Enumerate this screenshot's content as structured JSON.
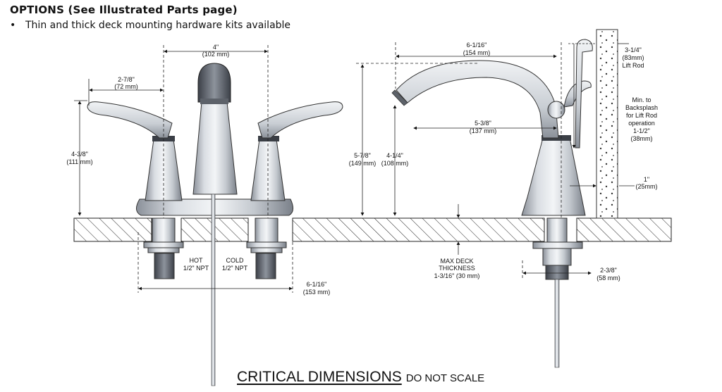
{
  "header": {
    "title": "OPTIONS (See Illustrated Parts page)",
    "bullet": "Thin and thick deck mounting hardware kits available"
  },
  "front_view": {
    "spacing": {
      "imperial": "4\"",
      "metric": "(102 mm)"
    },
    "handle_reach": {
      "imperial": "2-7/8\"",
      "metric": "(72 mm)"
    },
    "height": {
      "imperial": "4-3/8\"",
      "metric": "(111 mm)"
    },
    "base_width": {
      "imperial": "6-1/16\"",
      "metric": "(153 mm)"
    },
    "hot": {
      "label": "HOT",
      "thread": "1/2\" NPT"
    },
    "cold": {
      "label": "COLD",
      "thread": "1/2\" NPT"
    }
  },
  "deck": {
    "label1": "MAX DECK",
    "label2": "THICKNESS",
    "value": "1-3/16\" (30 mm)"
  },
  "side_view": {
    "spout_reach": {
      "imperial": "6-1/16\"",
      "metric": "(154 mm)"
    },
    "spout_reach_inner": {
      "imperial": "5-3/8\"",
      "metric": "(137 mm)"
    },
    "total_height": {
      "imperial": "5-7/8\"",
      "metric": "(149 mm)"
    },
    "spout_height": {
      "imperial": "4-1/4\"",
      "metric": "(108 mm)"
    },
    "lift_rod": {
      "imperial": "3-1/4\"",
      "metric": "(83mm)",
      "label": "Lift Rod"
    },
    "backsplash": {
      "line1": "Min. to",
      "line2": "Backsplash",
      "line3": "for Lift Rod",
      "line4": "operation",
      "imperial": "1-1/2\"",
      "metric": "(38mm)"
    },
    "clearance": {
      "imperial": "1\"",
      "metric": "(25mm)"
    },
    "shank_width": {
      "imperial": "2-3/8\"",
      "metric": "(58 mm)"
    }
  },
  "footer": {
    "main": "CRITICAL DIMENSIONS",
    "note": "DO NOT SCALE"
  },
  "colors": {
    "metal_light": "#e4e7eb",
    "metal_dark": "#6b7079",
    "line": "#1a1a1a"
  }
}
